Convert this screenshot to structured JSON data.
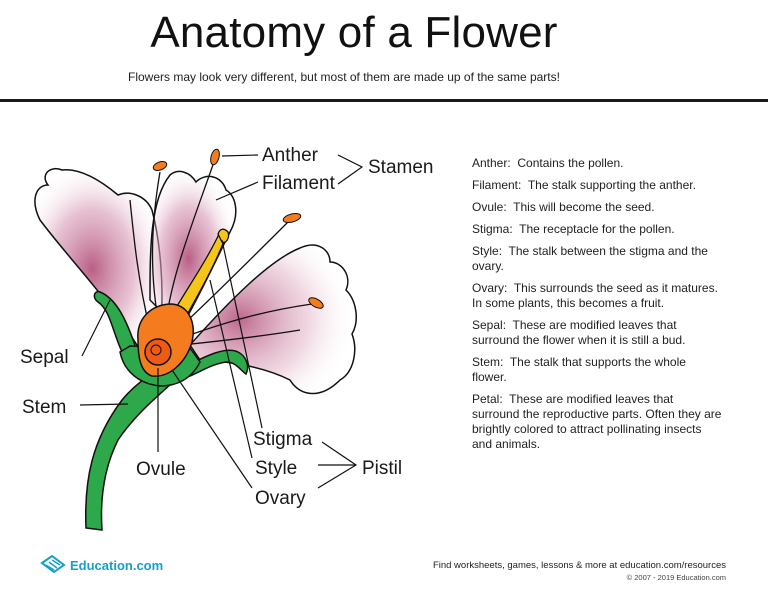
{
  "header": {
    "title": "Anatomy of a Flower",
    "subtitle": "Flowers may look very different, but most of them are made up of the same parts!"
  },
  "diagram_labels": {
    "anther": "Anther",
    "filament": "Filament",
    "stamen": "Stamen",
    "sepal": "Sepal",
    "stem": "Stem",
    "ovule": "Ovule",
    "stigma": "Stigma",
    "style": "Style",
    "ovary": "Ovary",
    "pistil": "Pistil"
  },
  "colors": {
    "petal_pink": "#b5577f",
    "ovary_orange": "#f57c1e",
    "style_yellow": "#f5c51a",
    "stem_green": "#2da84a",
    "brand_blue": "#14a0c8"
  },
  "definitions": [
    {
      "term": "Anther",
      "text": "Contains the pollen."
    },
    {
      "term": "Filament",
      "text": "The stalk supporting the anther."
    },
    {
      "term": "Ovule",
      "text": "This will become the seed."
    },
    {
      "term": "Stigma",
      "text": "The receptacle for the pollen."
    },
    {
      "term": "Style",
      "text": "The stalk between the stigma and the ovary."
    },
    {
      "term": "Ovary",
      "text": "This surrounds the seed as it matures. In some plants, this becomes a fruit."
    },
    {
      "term": "Sepal",
      "text": "These are modified leaves that surround the flower when it is still a bud."
    },
    {
      "term": "Stem",
      "text": "The stalk that supports the whole flower."
    },
    {
      "term": "Petal",
      "text": "These are modified leaves that surround the reproductive parts. Often they are brightly colored to attract pollinating insects and animals."
    }
  ],
  "footer": {
    "brand": "Education.com",
    "links": "Find worksheets, games, lessons & more at education.com/resources",
    "copyright": "© 2007 - 2019 Education.com"
  }
}
